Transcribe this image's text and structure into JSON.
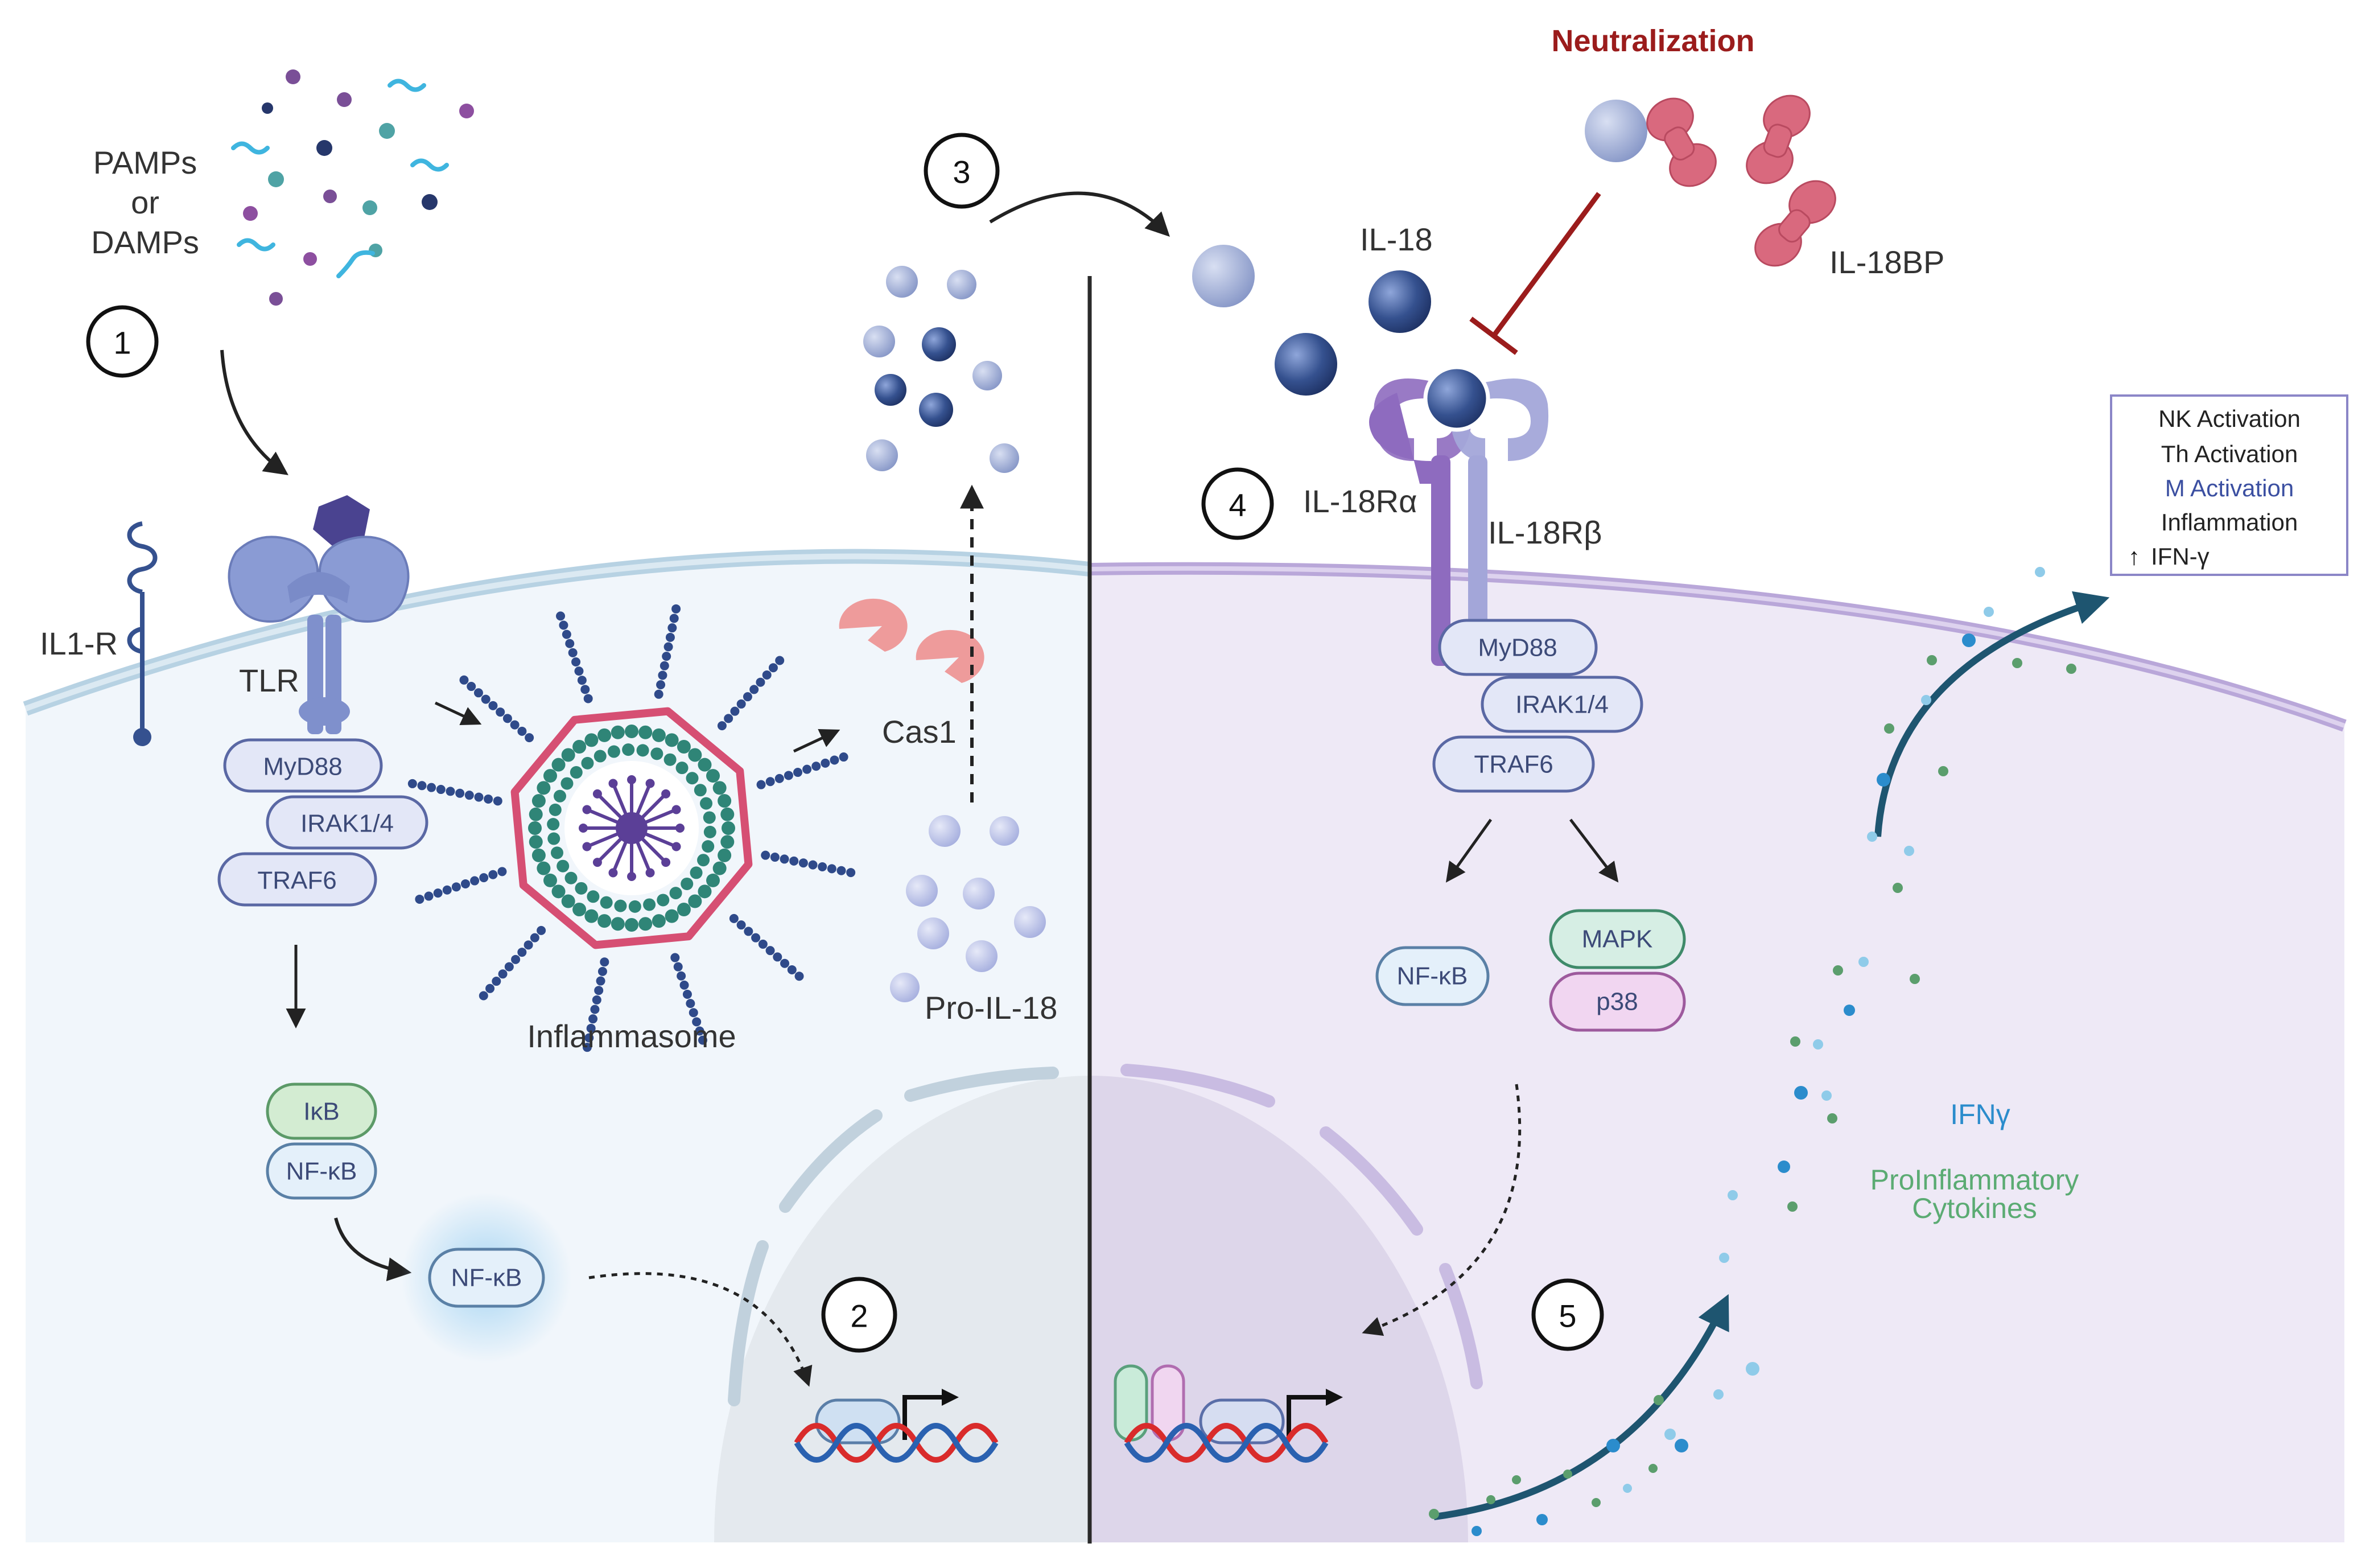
{
  "labels": {
    "pamps_line1": "PAMPs",
    "pamps_line2": "or",
    "pamps_line3": "DAMPs",
    "il1r": "IL1-R",
    "tlr": "TLR",
    "inflammasome": "Inflammasome",
    "cas1": "Cas1",
    "pro_il18": "Pro-IL-18",
    "neutralization": "Neutralization",
    "il18": "IL-18",
    "il18bp": "IL-18BP",
    "il18ra": "IL-18Rα",
    "il18rb": "IL-18Rβ",
    "ifng": "IFNγ",
    "proinflammatory_line1": "ProInflammatory",
    "proinflammatory_line2": "Cytokines"
  },
  "left_pathway": {
    "myd88": "MyD88",
    "irak": "IRAK1/4",
    "traf6": "TRAF6",
    "ikb": "IκB",
    "nfkb": "NF-κB",
    "nfkb_free": "NF-κB"
  },
  "right_pathway": {
    "myd88": "MyD88",
    "irak": "IRAK1/4",
    "traf6": "TRAF6",
    "nfkb": "NF-κB",
    "mapk": "MAPK",
    "p38": "p38"
  },
  "steps": [
    "1",
    "2",
    "3",
    "4",
    "5"
  ],
  "effects_box": {
    "items": [
      "NK Activation",
      "Th Activation",
      "M Activation",
      "Inflammation",
      "IFN-γ"
    ],
    "arrow_prefix": "↑"
  },
  "colors": {
    "neutralization": "#9b1c1c",
    "il18_ball": "#3e5a9e",
    "il18bp": "#d9697e",
    "receptor_purple": "#8e6bbf",
    "adapter_fill": "#e3e7f7",
    "ifng_text": "#2b8ccc",
    "cytokine_text": "#5bab73",
    "m_activation": "#3b4fa1"
  }
}
